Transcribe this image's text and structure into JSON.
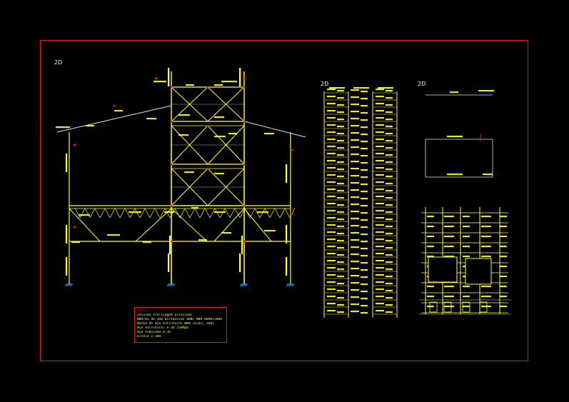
{
  "views": {
    "main_label": "2D",
    "detail_a_label": "2D",
    "detail_b_label": "2D"
  },
  "legend": {
    "header": "notes",
    "lines": [
      "solucão treliçagem principal",
      "NBR/01 de 100 Distâncias ABNT NBR 8800/2008",
      "Norma de aço estrutural NBR 14762, 2001",
      "Aço estrutural A-36 250Mpa",
      "Aço tubulado A-36",
      "Escala 1:100"
    ]
  },
  "colors": {
    "frame": "#e0191f",
    "member": "#ffff33",
    "member_alt": "#cfe8ff",
    "support": "#3aa0ff",
    "node_mark": "#e0191f",
    "label": "#f2f2f2"
  },
  "icons": {
    "support": "fixed-support-icon",
    "node": "node-marker-icon"
  }
}
